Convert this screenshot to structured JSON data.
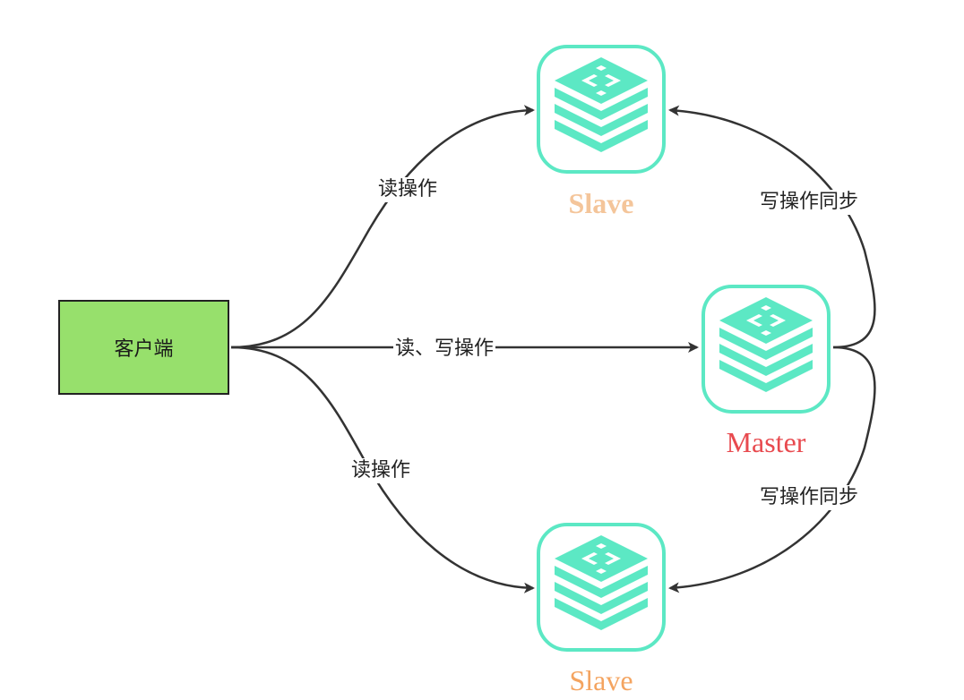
{
  "client": {
    "label": "客户端"
  },
  "nodes": {
    "slave_top": {
      "label": "Slave",
      "color": "#f4c59a"
    },
    "master": {
      "label": "Master",
      "color": "#e84a4f"
    },
    "slave_bottom": {
      "label": "Slave",
      "color": "#f4a460"
    }
  },
  "edges": {
    "client_to_slave_top": "读操作",
    "client_to_master": "读、写操作",
    "client_to_slave_bottom": "读操作",
    "master_to_slave_top": "写操作同步",
    "master_to_slave_bottom": "写操作同步"
  },
  "colors": {
    "icon_border": "#5ce8c4",
    "icon_fill": "#5ce8c4",
    "client_fill": "#97e06c",
    "arrow": "#333333"
  },
  "icons": {
    "slave_top": "redis-database-icon",
    "master": "redis-database-icon",
    "slave_bottom": "redis-database-icon"
  }
}
